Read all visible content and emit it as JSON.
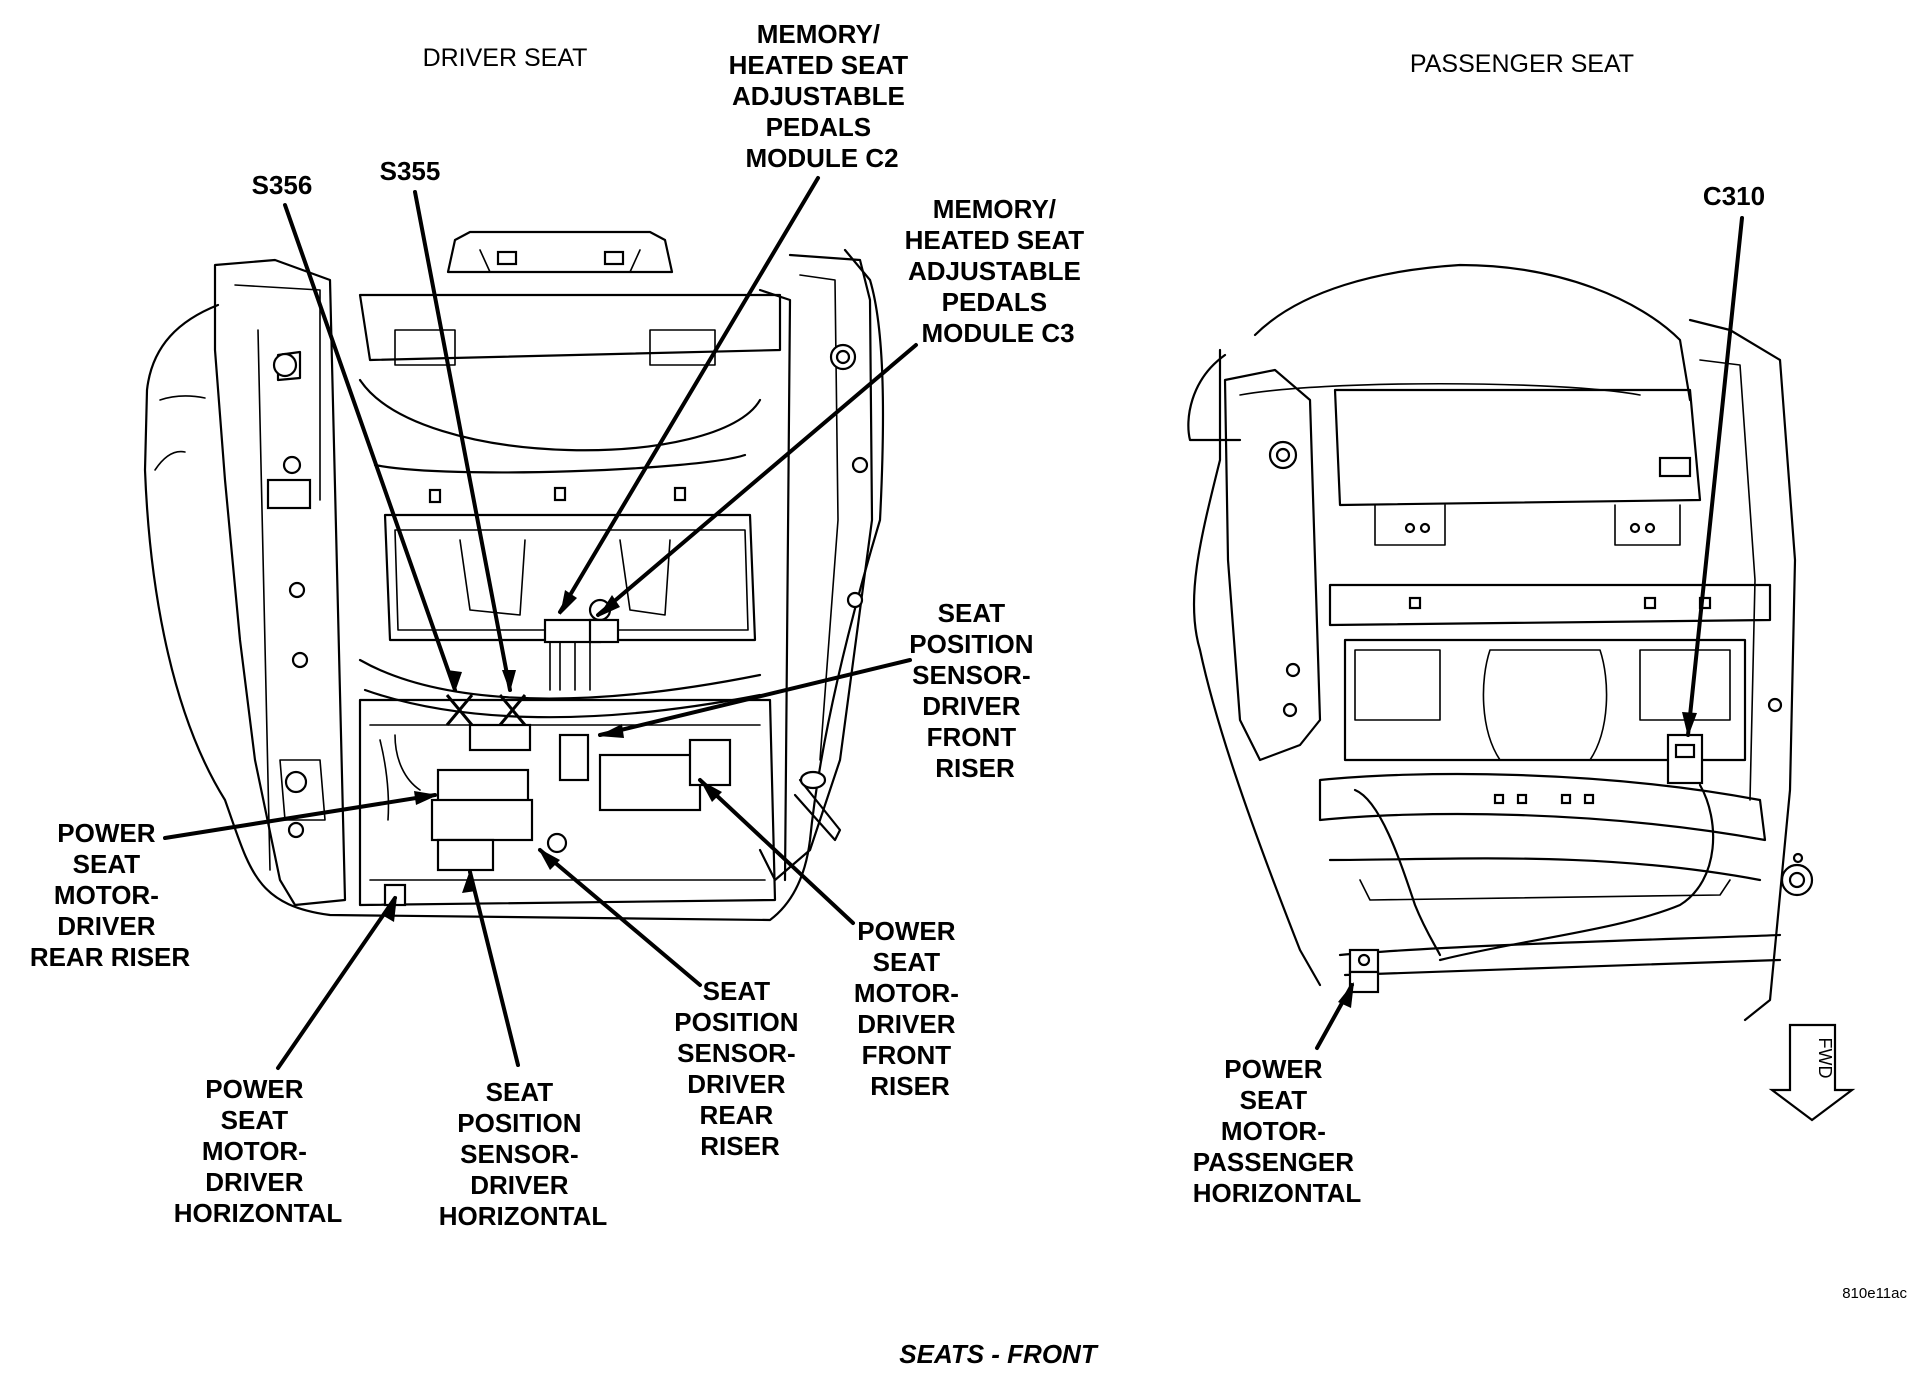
{
  "headings": {
    "driver_seat": "DRIVER SEAT",
    "passenger_seat": "PASSENGER SEAT"
  },
  "caption": "SEATS - FRONT",
  "figure_ref": "810e11ac",
  "fwd_arrow": "FWD",
  "labels": {
    "s356": [
      "S356"
    ],
    "s355": [
      "S355"
    ],
    "mem_c2": [
      "MEMORY/",
      "HEATED SEAT",
      "ADJUSTABLE",
      "PEDALS",
      "MODULE C2"
    ],
    "mem_c3": [
      "MEMORY/",
      "HEATED SEAT",
      "ADJUSTABLE",
      "PEDALS",
      "MODULE C3"
    ],
    "sps_front": [
      "SEAT",
      "POSITION",
      "SENSOR-",
      "DRIVER",
      "FRONT",
      "RISER"
    ],
    "psm_rear": [
      "POWER",
      "SEAT",
      "MOTOR-",
      "DRIVER",
      "REAR RISER"
    ],
    "psm_front": [
      "POWER",
      "SEAT",
      "MOTOR-",
      "DRIVER",
      "FRONT",
      "RISER"
    ],
    "sps_rear": [
      "SEAT",
      "POSITION",
      "SENSOR-",
      "DRIVER",
      "REAR",
      "RISER"
    ],
    "psm_horiz": [
      "POWER",
      "SEAT",
      "MOTOR-",
      "DRIVER",
      "HORIZONTAL"
    ],
    "sps_horiz": [
      "SEAT",
      "POSITION",
      "SENSOR-",
      "DRIVER",
      "HORIZONTAL"
    ],
    "c310": [
      "C310"
    ],
    "psm_pass": [
      "POWER",
      "SEAT",
      "MOTOR-",
      "PASSENGER",
      "HORIZONTAL"
    ]
  }
}
